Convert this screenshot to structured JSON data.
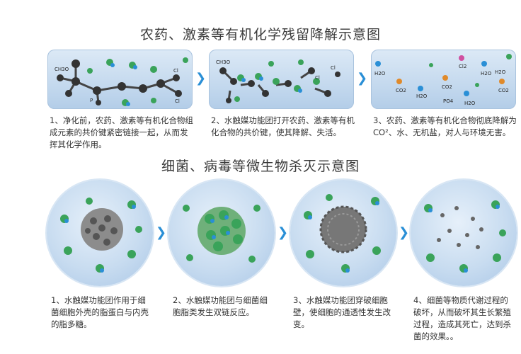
{
  "section1": {
    "title": "农药、激素等有机化学残留降解示意图",
    "captions": [
      "1、净化前，农药、激素等有机化合物组成元素的共价键紧密链接一起，从而发挥其化学作用。",
      "2、水触媒功能团打开农药、激素等有机化合物的共价键，使其降解、失活。",
      "3、农药、激素等有机化合物彻底降解为CO²、水、无机盐，对人与环境无害。"
    ],
    "panel3_labels": [
      "H2O",
      "CO2",
      "Cl2",
      "H2O",
      "CO2",
      "H2O",
      "H2O",
      "PO4",
      "H2O",
      "CO2"
    ]
  },
  "section2": {
    "title": "细菌、病毒等微生物杀灭示意图",
    "captions": [
      "1、水触媒功能团作用于细菌细胞外壳的脂蛋白与内壳的脂多糖。",
      "2、水触媒功能团与细菌细胞脂类发生双链反应。",
      "3、水触媒功能团穿破细胞壁，使细胞的通透性发生改变。",
      "4、细菌等物质代谢过程的破坏，从而破坏其生长繁殖过程，造成其死亡，达到杀菌的效果。。"
    ]
  },
  "arrow_symbol": "❯",
  "colors": {
    "accent": "#2a8fd6",
    "panel": "#c8dcf0"
  }
}
